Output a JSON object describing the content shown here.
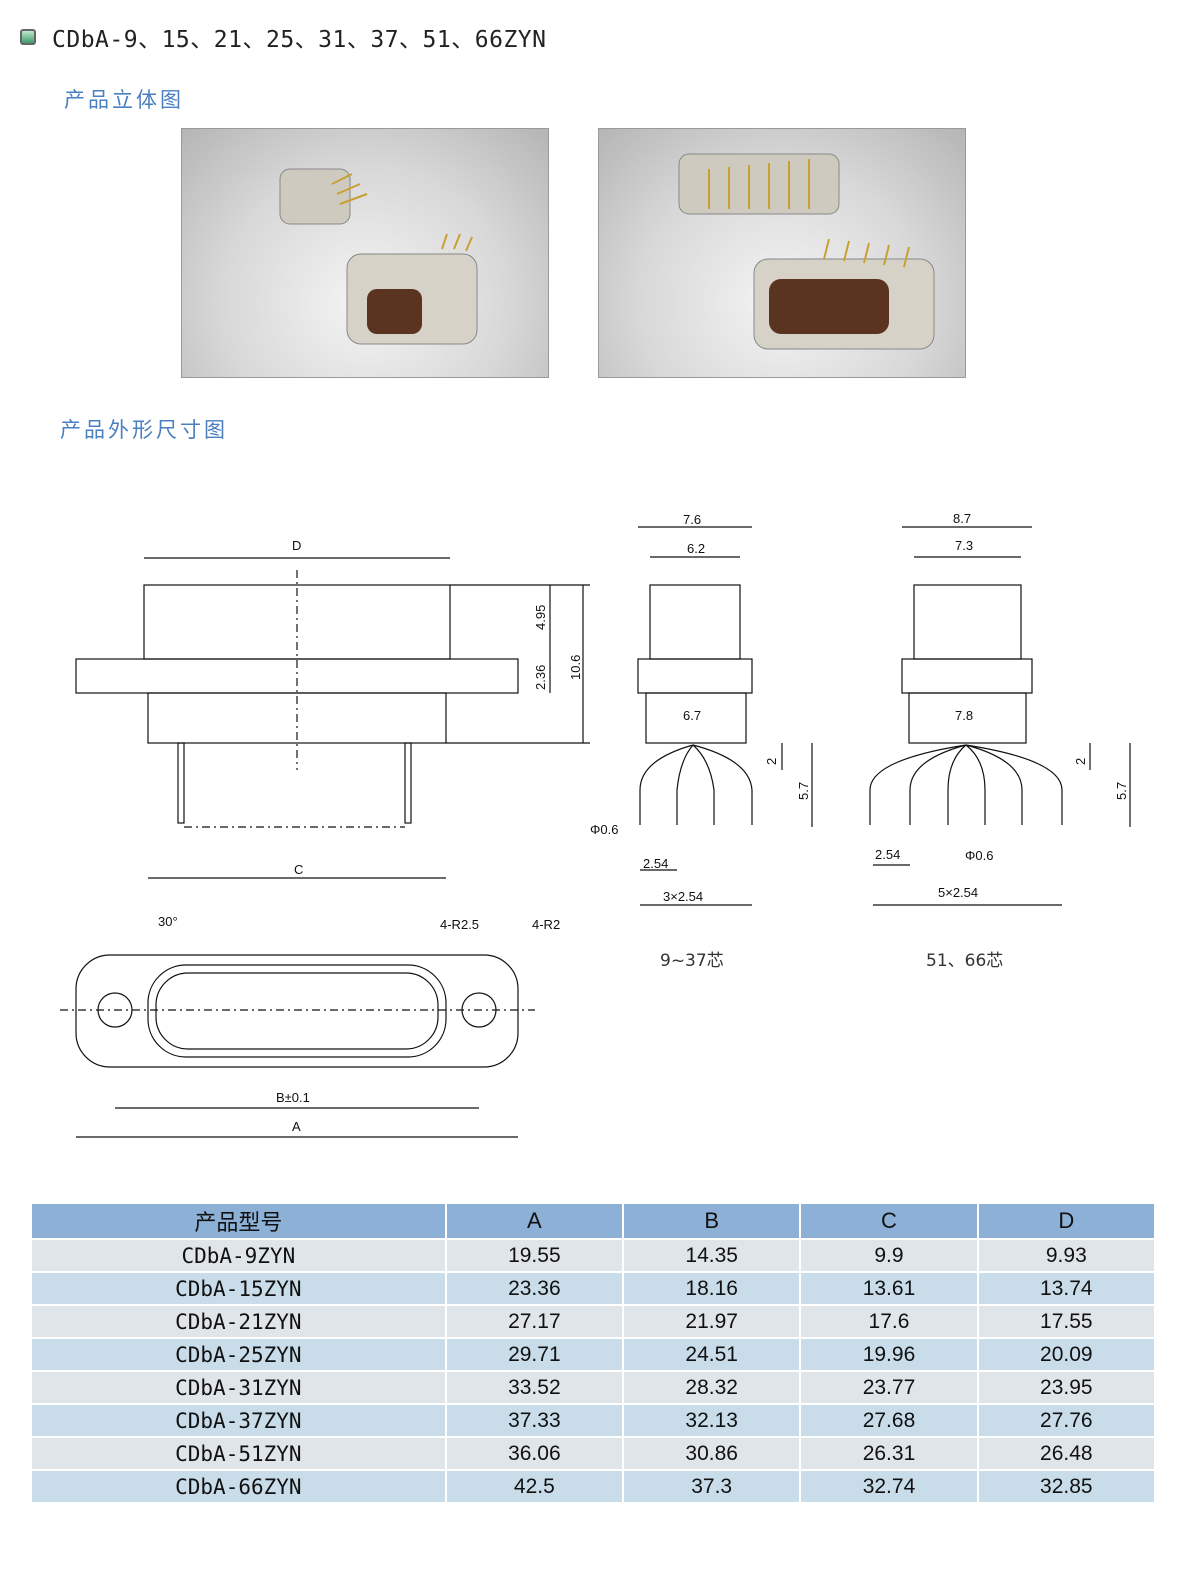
{
  "title": "CDbA-9、15、21、25、31、37、51、66ZYN",
  "sections": {
    "view3d": "产品立体图",
    "dimensions": "产品外形尺寸图"
  },
  "drawing": {
    "D": "D",
    "h495": "4.95",
    "h236": "2.36",
    "h106": "10.6",
    "C": "C",
    "angle": "30°",
    "r25": "4-R2.5",
    "r2": "4-R2",
    "B": "B±0.1",
    "A": "A"
  },
  "side1": {
    "w1": "7.6",
    "w2": "6.2",
    "w3": "6.7",
    "h1": "2",
    "h2": "5.7",
    "pin": "Φ0.6",
    "pitch": "2.54",
    "total": "3×2.54",
    "caption": "9~37芯"
  },
  "side2": {
    "w1": "8.7",
    "w2": "7.3",
    "w3": "7.8",
    "h1": "2",
    "h2": "5.7",
    "pin": "Φ0.6",
    "pitch": "2.54",
    "total": "5×2.54",
    "caption": "51、66芯"
  },
  "table": {
    "headers": [
      "产品型号",
      "A",
      "B",
      "C",
      "D"
    ],
    "rows": [
      [
        "CDbA-9ZYN",
        "19.55",
        "14.35",
        "9.9",
        "9.93"
      ],
      [
        "CDbA-15ZYN",
        "23.36",
        "18.16",
        "13.61",
        "13.74"
      ],
      [
        "CDbA-21ZYN",
        "27.17",
        "21.97",
        "17.6",
        "17.55"
      ],
      [
        "CDbA-25ZYN",
        "29.71",
        "24.51",
        "19.96",
        "20.09"
      ],
      [
        "CDbA-31ZYN",
        "33.52",
        "28.32",
        "23.77",
        "23.95"
      ],
      [
        "CDbA-37ZYN",
        "37.33",
        "32.13",
        "27.68",
        "27.76"
      ],
      [
        "CDbA-51ZYN",
        "36.06",
        "30.86",
        "26.31",
        "26.48"
      ],
      [
        "CDbA-66ZYN",
        "42.5",
        "37.3",
        "32.74",
        "32.85"
      ]
    ]
  }
}
